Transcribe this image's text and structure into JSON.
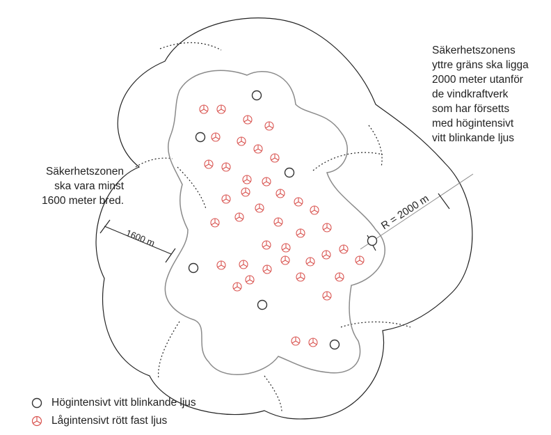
{
  "annotations": {
    "right_note": [
      "Säkerhetszonens",
      "yttre gräns ska ligga",
      "2000 meter utanför",
      "de vindkraftverk",
      "som har försetts",
      "med högintensivt",
      "vitt blinkande ljus"
    ],
    "left_note": [
      "Säkerhetszonen",
      "ska vara minst",
      "1600 meter bred."
    ],
    "width_label": "1600 m",
    "radius_label": "R = 2000 m"
  },
  "legend": {
    "high_intensity": "Högintensivt vitt blinkande ljus",
    "low_intensity": "Lågintensivt rött fast ljus"
  },
  "colors": {
    "line": "#222222",
    "inner_boundary": "#8a8a8a",
    "low_light": "#d9534f",
    "high_light": "#333333"
  },
  "icons": {
    "high_intensity": "circle-icon",
    "low_intensity": "turbine-icon"
  }
}
